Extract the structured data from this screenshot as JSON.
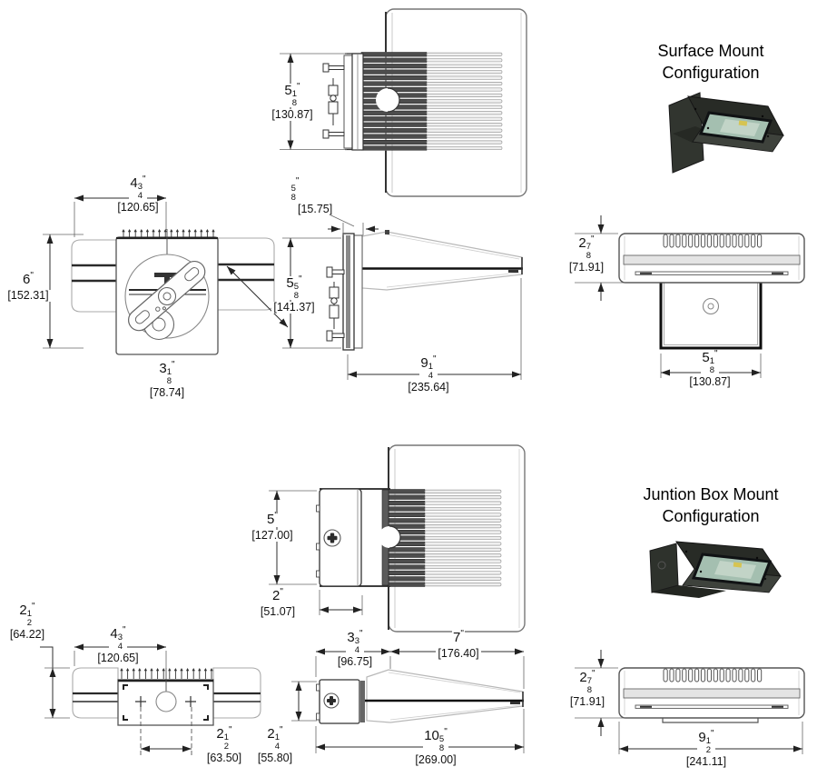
{
  "titles": {
    "surface": {
      "line1": "Surface Mount",
      "line2": "Configuration"
    },
    "junction": {
      "line1": "Juntion Box Mount",
      "line2": "Configuration"
    }
  },
  "dims": {
    "sm_plan_height": {
      "whole": "5",
      "num": "1",
      "den": "8",
      "unit": "\"",
      "mm": "[130.87]"
    },
    "sm_back_width": {
      "whole": "4",
      "num": "3",
      "den": "4",
      "unit": "\"",
      "mm": "[120.65]"
    },
    "sm_back_height": {
      "whole": "6",
      "num": "",
      "den": "",
      "unit": "\"",
      "mm": "[152.31]"
    },
    "sm_back_diag": {
      "whole": "3",
      "num": "1",
      "den": "8",
      "unit": "\"",
      "mm": "[78.74]"
    },
    "sm_side_plate": {
      "whole": "",
      "num": "5",
      "den": "8",
      "unit": "\"",
      "mm": "[15.75]"
    },
    "sm_side_height": {
      "whole": "5",
      "num": "5",
      "den": "8",
      "unit": "\"",
      "mm": "[141.37]"
    },
    "sm_side_depth": {
      "whole": "9",
      "num": "1",
      "den": "4",
      "unit": "\"",
      "mm": "[235.64]"
    },
    "sm_front_height": {
      "whole": "2",
      "num": "7",
      "den": "8",
      "unit": "\"",
      "mm": "[71.91]"
    },
    "sm_front_box_width": {
      "whole": "5",
      "num": "1",
      "den": "8",
      "unit": "\"",
      "mm": "[130.87]"
    },
    "jb_plan_height": {
      "whole": "5",
      "num": "",
      "den": "",
      "unit": "\"",
      "mm": "[127.00]"
    },
    "jb_plan_box_depth": {
      "whole": "2",
      "num": "",
      "den": "",
      "unit": "\"",
      "mm": "[51.07]"
    },
    "jb_back_height": {
      "whole": "2",
      "num": "1",
      "den": "2",
      "unit": "\"",
      "mm": "[64.22]"
    },
    "jb_back_width": {
      "whole": "4",
      "num": "3",
      "den": "4",
      "unit": "\"",
      "mm": "[120.65]"
    },
    "jb_back_holes": {
      "whole": "2",
      "num": "1",
      "den": "2",
      "unit": "\"",
      "mm": "[63.50]"
    },
    "jb_box_height": {
      "whole": "2",
      "num": "1",
      "den": "4",
      "unit": "\"",
      "mm": "[55.80]"
    },
    "jb_side_box_depth": {
      "whole": "3",
      "num": "3",
      "den": "4",
      "unit": "\"",
      "mm": "[96.75]"
    },
    "jb_side_body_depth": {
      "whole": "7",
      "num": "",
      "den": "",
      "unit": "\"",
      "mm": "[176.40]"
    },
    "jb_side_total_depth": {
      "whole": "10",
      "num": "5",
      "den": "8",
      "unit": "\"",
      "mm": "[269.00]"
    },
    "jb_front_height": {
      "whole": "2",
      "num": "7",
      "den": "8",
      "unit": "\"",
      "mm": "[71.91]"
    },
    "jb_front_width": {
      "whole": "9",
      "num": "1",
      "den": "2",
      "unit": "\"",
      "mm": "[241.11]"
    }
  },
  "colors": {
    "line": "#3d3d3d",
    "light_line": "#b8b8b8",
    "fin_dark": "#4d4d4d",
    "fin_light": "#efefef",
    "render_body": "#31352f",
    "render_lens": "#a4bfb0",
    "render_led": "#d6c452"
  }
}
